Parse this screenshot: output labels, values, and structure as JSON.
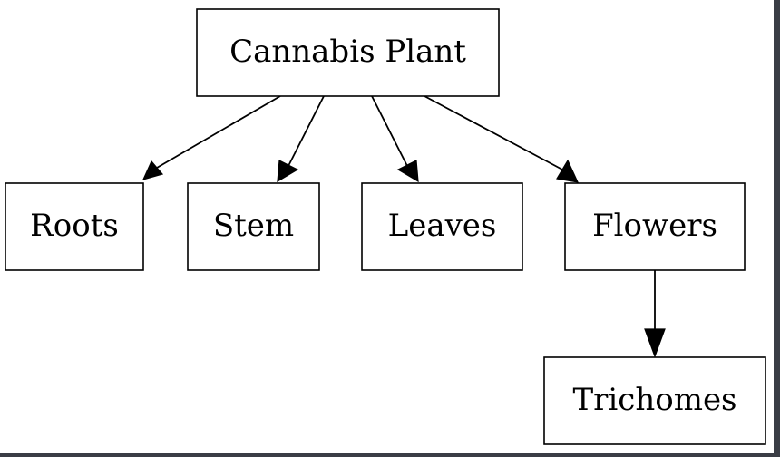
{
  "diagram": {
    "nodes": {
      "root": "Cannabis Plant",
      "roots": "Roots",
      "stem": "Stem",
      "leaves": "Leaves",
      "flowers": "Flowers",
      "trichomes": "Trichomes"
    },
    "edges": [
      {
        "from": "root",
        "to": "roots"
      },
      {
        "from": "root",
        "to": "stem"
      },
      {
        "from": "root",
        "to": "leaves"
      },
      {
        "from": "root",
        "to": "flowers"
      },
      {
        "from": "flowers",
        "to": "trichomes"
      }
    ],
    "colors": {
      "stroke": "#000000",
      "background": "#ffffff",
      "frame": "#3a3d45"
    }
  }
}
